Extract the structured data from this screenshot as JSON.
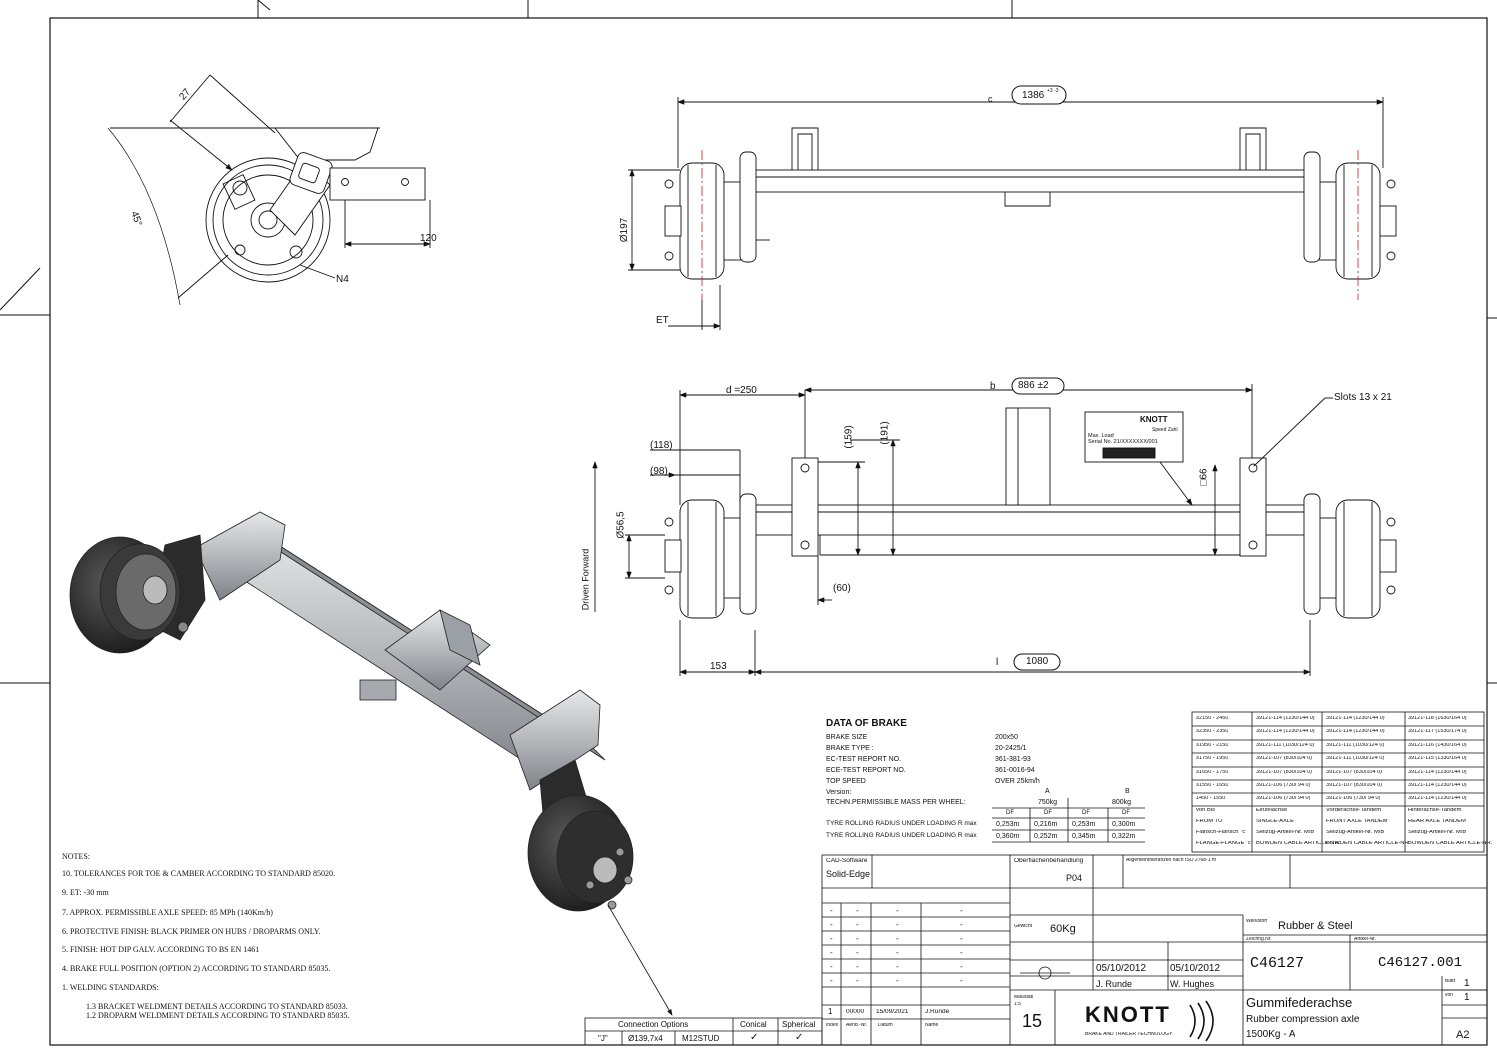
{
  "dimensions": {
    "c": "c",
    "c_val": "1386",
    "c_tol": "+3 -3",
    "dia197": "Ø197",
    "et": "ET",
    "d": "d =250",
    "b": "b",
    "b_val": "886 ±2",
    "l": "l",
    "l_val": "1080",
    "d153": "153",
    "d118": "(118)",
    "d98": "(98)",
    "d159": "(159)",
    "d191": "(191)",
    "d60": "(60)",
    "dia565": "Ø56,5",
    "sq66": "□66",
    "slots": "Slots 13 x 21",
    "d120": "120",
    "n4": "N4",
    "d27": "27",
    "d45": "45°",
    "driven_forward": "Driven Forward"
  },
  "plate": {
    "brand": "KNOTT",
    "max_load": "Max. Load",
    "serial": "Serial No. 21/XXXXXXX/001",
    "speed": "Speed Zahl"
  },
  "brake": {
    "title": "DATA OF BRAKE",
    "rows": [
      {
        "label": "BRAKE SIZE",
        "value": "200x50"
      },
      {
        "label": "BRAKE TYPE :",
        "value": "20-2425/1"
      },
      {
        "label": "EC-TEST REPORT NO.",
        "value": "361-381-93"
      },
      {
        "label": "ECE-TEST REPORT NO.",
        "value": "361-0016-94"
      },
      {
        "label": "TOP SPEED",
        "value": "OVER 25km/h"
      }
    ],
    "version_label": "Version:",
    "mass_label": "TECHN.PERMISSIBLE MASS PER WHEEL:",
    "col_a": "A",
    "col_b": "B",
    "mass_a": "750kg",
    "mass_b": "800kg",
    "sub_headers": [
      "DF",
      "DF",
      "DF",
      "DF"
    ],
    "radius_max_label": "TYRE ROLLING RADIUS UNDER LOADING R max",
    "radius_min_label": "TYRE ROLLING RADIUS UNDER LOADING R max",
    "radius_max": [
      "0,253m",
      "0,216m",
      "0,253m",
      "0,300m"
    ],
    "radius_min": [
      "0,360m",
      "0,252m",
      "0,345m",
      "0,322m"
    ]
  },
  "articles": {
    "rows": [
      [
        "≥2150 - 2450",
        "39121-114 (1230/144 0)",
        "39121-114 (1230/144 0)",
        "39121-118 (1630/164 0)"
      ],
      [
        "≥2350 - 2350",
        "39121-114 (1230/144 0)",
        "39121-114 (1230/144 0)",
        "39121-117 (1530/174 0)"
      ],
      [
        "≥1950 - 2150",
        "39121-111 (1030/124 0)",
        "39121-111 (1030/124 0)",
        "39121-116 (1430/164 0)"
      ],
      [
        "≥1750 - 1950",
        "39121-107 (830/104 0)",
        "39121-111 (1030/124 0)",
        "39121-115 (1330/164 0)"
      ],
      [
        "≥1650 - 1750",
        "39121-107 (830/104 0)",
        "39121-107 (830/104 0)",
        "39121-114 (1230/144 0)"
      ],
      [
        "≥1550 - 1650",
        "39121-106 (730/ 94 0)",
        "39121-107 (830/104 0)",
        "39121-114 (1230/144 0)"
      ],
      [
        "1450 - 1550",
        "39121-106 (730/ 94 0)",
        "39121-106 (730/ 94 0)",
        "39121-114 (1230/144 0)"
      ]
    ],
    "head1": [
      "von  Bis",
      "Einzelachse",
      "Vorderachse-Tandem",
      "Hinterachse-Tandem"
    ],
    "head2": [
      "FROM  TO",
      "SINGLE-AXLE",
      "FRONT AXLE TANDEM",
      "REAR AXLE TANDEM"
    ],
    "head3": [
      "Flansch-Flansch \"c\"",
      "Seilzug-Artikel-Nr. M/B",
      "Seilzug-Artikel-Nr. M/B",
      "Seilzug-Artikel-Nr. M/B"
    ],
    "head4": [
      "FLANGE-FLANGE \"c\"",
      "BOWDEN CABLE ARTICLE-NR.",
      "BOWDEN CABLE ARTICLE-NR.",
      "BOWDEN CABLE ARTICLE-NR."
    ]
  },
  "notes": {
    "title": "NOTES:",
    "items": [
      "10.  TOLERANCES FOR TOE & CAMBER ACCORDING TO STANDARD 85020.",
      "9.   ET:          -30  mm",
      "7.   APPROX. PERMISSIBLE AXLE SPEED: 85 MPh (140Km/h)",
      "6.   PROTECTIVE FINISH: BLACK PRIMER ON HUBS / DROPARMS ONLY.",
      "5.   FINISH: HOT DIP GALV. ACCORDING TO BS EN 1461",
      "4.   BRAKE FULL POSITION (OPTION 2) ACCORDING TO STANDARD 85035.",
      "1.   WELDING STANDARDS:",
      "1.3 BRACKET WELDMENT DETAILS ACCORDING TO STANDARD 85033.",
      "1.2 DROPARM WELDMENT DETAILS ACCORDING TO STANDARD 85035."
    ]
  },
  "connection": {
    "title": "Connection Options",
    "col_conical": "Conical",
    "col_spherical": "Spherical",
    "row_id": "\"J\"",
    "pcd": "Ø139,7x4",
    "stud": "M12STUD",
    "check1": "✓",
    "check2": "✓"
  },
  "titleblock": {
    "cad_label": "CAD-Software",
    "cad_value": "Solid-Edge",
    "surface_label": "Oberflächenbehandlung",
    "surface_value": "P04",
    "tolerance_note": "Allgemeintoleranzen nach ISO 2768-1 m",
    "material_label": "Werkstoff",
    "material_value": "Rubber & Steel",
    "weight_label": "Gewicht",
    "weight_value": "60Kg",
    "drawing_no_label": "Zeichng.Nr.",
    "drawing_no": "C46127",
    "article_label": "Artikel-Nr.",
    "article_no": "C46127.001",
    "date_drawn": "05/10/2012",
    "date_checked": "05/10/2012",
    "drawn_by": "J. Runde",
    "checked_by": "W. Hughes",
    "scale_label": "Maßstab",
    "scale": "1:5",
    "plot_scale": "15",
    "rev_no": "1",
    "rev_code": "00000",
    "rev_date": "15/09/2021",
    "rev_name": "J.Runde",
    "title_de": "Gummifederachse",
    "title_en": "Rubber compression axle",
    "title_load": "1500Kg - A",
    "sheet_label": "Blatt",
    "sheet": "1",
    "of_label": "von",
    "of": "1",
    "format": "A2",
    "brand": "KNOTT",
    "brand_sub": "BRAKE AND TRAILER TECHNOLOGY",
    "rev_headers": [
      "Index",
      "Aend.-Nr.",
      "Datum",
      "Name"
    ],
    "dash": "-"
  }
}
